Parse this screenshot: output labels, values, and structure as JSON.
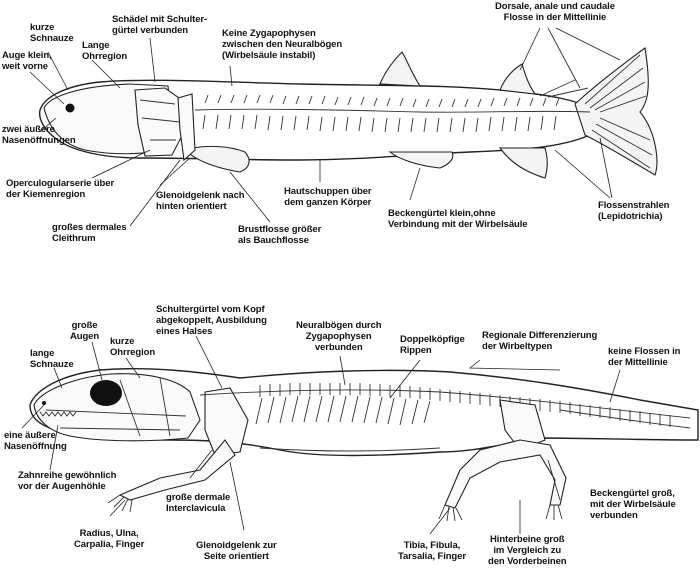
{
  "fish": {
    "kurze_schnauze": "kurze\nSchnauze",
    "auge": "Auge klein,\nweit vorne",
    "ohrregion": "Lange\nOhrregion",
    "schaedel": "Schädel mit Schulter-\ngürtel verbunden",
    "zygapophysen": "Keine Zygapophysen\nzwischen den Neuralbögen\n(Wirbelsäule instabil)",
    "dorsale": "Dorsale, anale und caudale\nFlosse in der Mittellinie",
    "nasenoeffnungen": "zwei äußere\nNasenöffnungen",
    "operculum": "Operculogularserie über\nder Kiemenregion",
    "glenoid": "Glenoidgelenk nach\nhinten orientiert",
    "hautschuppen": "Hautschuppen über\ndem ganzen Körper",
    "cleithrum": "großes dermales\nCleithrum",
    "brustflosse": "Brustflosse größer\nals Bauchflosse",
    "beckenguertel": "Beckengürtel klein,ohne\nVerbindung mit der Wirbelsäule",
    "flossenstrahlen": "Flossenstrahlen\n(Lepidotrichia)"
  },
  "tetrapod": {
    "grosse_augen": "große\nAugen",
    "lange_schnauze": "lange\nSchnauze",
    "kurze_ohrregion": "kurze\nOhrregion",
    "schulterguertel": "Schultergürtel vom Kopf\nabgekoppelt, Ausbildung\neines Halses",
    "neuralboegen": "Neuralbögen durch\nZygapophysen\nverbunden",
    "doppelkoepfige": "Doppelköpfige\nRippen",
    "regionale": "Regionale Differenzierung\nder Wirbeltypen",
    "keine_flossen": "keine Flossen in\nder Mittellinie",
    "nasenoeffnung": "eine äußere\nNasenöffnung",
    "zahnreihe": "Zahnreihe gewöhnlich\nvor der Augenhöhle",
    "interclavicula": "große dermale\nInterclavicula",
    "beckenguertel_gross": "Beckengürtel groß,\nmit der Wirbelsäule\nverbunden",
    "radius": "Radius, Ulna,\nCarpalia, Finger",
    "glenoid_seite": "Glenoidgelenk zur\nSeite orientiert",
    "tibia": "Tibia, Fibula,\nTarsalia, Finger",
    "hinterbeine": "Hinterbeine groß\nim Vergleich zu\nden Vorderbeinen"
  }
}
